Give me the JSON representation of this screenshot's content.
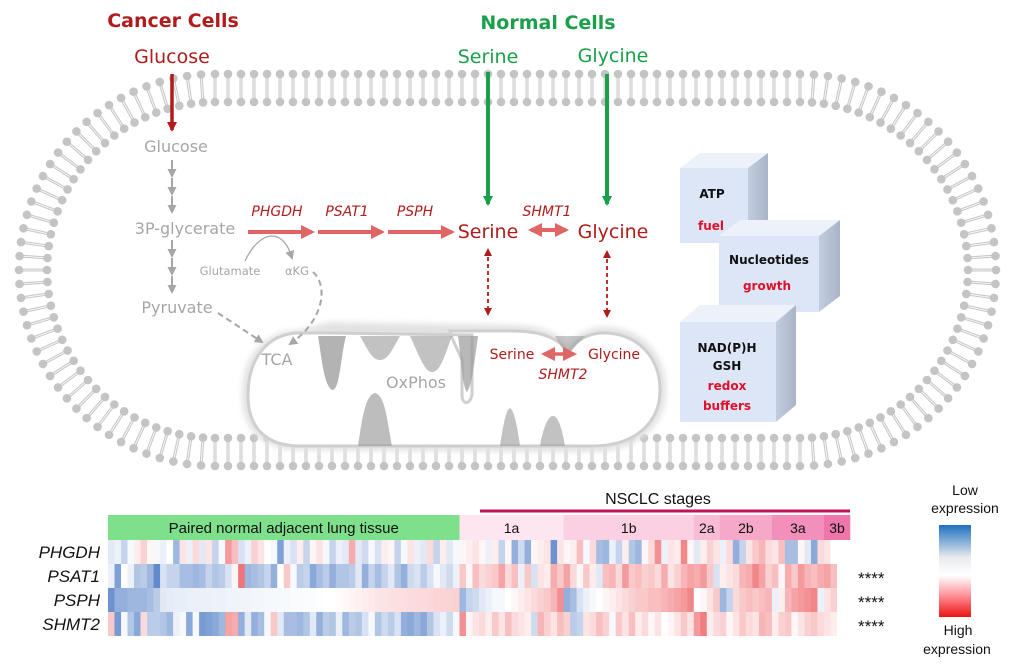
{
  "header": {
    "cancer_title": "Cancer Cells",
    "normal_title": "Normal Cells",
    "glucose_input": "Glucose",
    "serine_input": "Serine",
    "glycine_input": "Glycine"
  },
  "pathway": {
    "glucose": "Glucose",
    "glycerate": "3P-glycerate",
    "pyruvate": "Pyruvate",
    "glutamate": "Glutamate",
    "akg": "αKG",
    "tca": "TCA",
    "oxphos": "OxPhos",
    "enzymes": [
      "PHGDH",
      "PSAT1",
      "PSPH"
    ],
    "serine": "Serine",
    "glycine": "Glycine",
    "shmt1": "SHMT1",
    "mito_serine": "Serine",
    "mito_glycine": "Glycine",
    "shmt2": "SHMT2"
  },
  "products": {
    "atp": {
      "title": "ATP",
      "role": "fuel"
    },
    "nucleotides": {
      "title": "Nucleotides",
      "role": "growth"
    },
    "redox": {
      "title1": "NAD(P)H",
      "title2": "GSH",
      "role1": "redox",
      "role2": "buffers"
    }
  },
  "colors": {
    "cancer_red": "#b01c1c",
    "normal_green": "#1aa04a",
    "enzyme_red": "#e06666",
    "grey": "#a6a6a6",
    "box_face": "#dde6f7",
    "normal_band": "#7ee08a",
    "stage_line": "#c0135a"
  },
  "chart_data": {
    "type": "heatmap",
    "title": "NSCLC stages",
    "genes": [
      "PHGDH",
      "PSAT1",
      "PSPH",
      "SHMT2"
    ],
    "significance": [
      "",
      "****",
      "****",
      "****"
    ],
    "groups": [
      {
        "label": "Paired normal adjacent lung tissue",
        "columns": 54,
        "color": "#7ee08a"
      },
      {
        "label": "1a",
        "columns": 16,
        "color": "#fde6ef"
      },
      {
        "label": "1b",
        "columns": 20,
        "color": "#fbd0e2"
      },
      {
        "label": "2a",
        "columns": 4,
        "color": "#f8bcd5"
      },
      {
        "label": "2b",
        "columns": 8,
        "color": "#f6a8c9"
      },
      {
        "label": "3a",
        "columns": 8,
        "color": "#f38fbb"
      },
      {
        "label": "3b",
        "columns": 4,
        "color": "#ee76ab"
      }
    ],
    "value_scale": {
      "min": -1,
      "max": 1,
      "low_label": "Low expression",
      "high_label": "High expression"
    },
    "rows": {
      "PHGDH": [
        -0.15,
        -0.1,
        -0.3,
        -0.05,
        0.1,
        0.25,
        0.05,
        -0.05,
        -0.1,
        0,
        -0.5,
        0.15,
        -0.1,
        0.2,
        -0.15,
        0.15,
        -0.3,
        -0.05,
        0.55,
        0.35,
        -0.2,
        -0.1,
        0.25,
        0.15,
        0,
        -0.05,
        -0.65,
        -0.1,
        -0.2,
        0.1,
        -0.3,
        0.05,
        0.15,
        -0.05,
        -0.3,
        -0.1,
        -0.15,
        0.45,
        -0.15,
        -0.25,
        -0.05,
        -0.2,
        0.1,
        0.05,
        -0.3,
        -0.05,
        0.15,
        -0.1,
        -0.15,
        0.2,
        -0.3,
        0.1,
        -0.15,
        -0.05,
        0.05,
        0.1,
        0.15,
        0.05,
        -0.1,
        0.1,
        -0.3,
        0.05,
        -0.55,
        -0.25,
        -0.55,
        0.05,
        0.1,
        0.15,
        -0.75,
        0.15,
        0.05,
        0.1,
        0.35,
        -0.05,
        0.2,
        -0.45,
        -0.5,
        -0.1,
        -0.3,
        0.1,
        -0.4,
        -0.5,
        0.05,
        0.2,
        0.6,
        -0.1,
        0.15,
        0.1,
        0.65,
        0.05,
        -0.15,
        0.1,
        0.25,
        0.15,
        -0.1,
        0.2,
        -0.55,
        -0.3,
        0.15,
        0.3,
        0.4,
        0.2,
        0.15,
        0.35,
        -0.45,
        -0.45,
        0.05,
        -0.15,
        -0.6,
        0.2,
        0.15
      ],
      "PSAT1": [
        -0.1,
        -0.65,
        0,
        -0.1,
        -0.4,
        -0.35,
        -0.5,
        -0.8,
        -0.2,
        -0.3,
        -0.3,
        -0.45,
        -0.45,
        -0.5,
        -0.45,
        -0.3,
        -0.4,
        -0.35,
        -0.2,
        0.05,
        0.75,
        -0.5,
        -0.45,
        -0.4,
        -0.3,
        -0.55,
        0,
        0.3,
        -0.05,
        -0.35,
        -0.3,
        -0.6,
        -0.45,
        -0.35,
        -0.55,
        -0.4,
        -0.4,
        -0.35,
        -0.15,
        -0.55,
        -0.3,
        -0.45,
        -0.3,
        -0.15,
        -0.4,
        -0.55,
        -0.25,
        -0.2,
        -0.35,
        -0.2,
        -0.05,
        -0.15,
        -0.25,
        -0.1,
        0.3,
        0.05,
        0.35,
        0.2,
        0.25,
        0.3,
        0.5,
        0.2,
        0.35,
        -0.1,
        0.3,
        -0.2,
        0.15,
        0.1,
        0.45,
        0.3,
        0.5,
        0.2,
        0.05,
        0.3,
        0.1,
        -0.15,
        0.35,
        0.4,
        0.2,
        0.55,
        0.3,
        0.35,
        0.25,
        0.3,
        0.2,
        0.45,
        0.15,
        0.25,
        0.4,
        0.5,
        0.45,
        0.55,
        0.3,
        -0.2,
        0.1,
        0.15,
        0.2,
        0.4,
        0.45,
        0.65,
        0.5,
        0.25,
        0.35,
        0.05,
        0.45,
        0.3,
        0.55,
        0.4,
        0.35,
        0.45,
        0.5,
        0.35
      ],
      "PSPH": [
        -0.75,
        -0.55,
        -0.55,
        -0.5,
        -0.5,
        -0.5,
        -0.45,
        -0.35,
        -0.15,
        -0.13,
        -0.12,
        -0.12,
        -0.11,
        -0.1,
        -0.1,
        -0.1,
        -0.09,
        -0.09,
        -0.08,
        -0.08,
        -0.07,
        -0.07,
        -0.06,
        -0.06,
        -0.05,
        -0.05,
        -0.04,
        -0.04,
        -0.03,
        -0.03,
        -0.02,
        -0.02,
        -0.01,
        0,
        0,
        0.02,
        0.04,
        0.06,
        0.08,
        0.1,
        0.12,
        0.14,
        0.15,
        0.16,
        0.17,
        0.18,
        0.19,
        0.2,
        0.2,
        0.21,
        0.22,
        0.23,
        0.24,
        0.25,
        -0.5,
        -0.3,
        -0.25,
        -0.15,
        -0.1,
        -0.05,
        -0.05,
        0,
        0.05,
        0.1,
        0.15,
        0.2,
        0.25,
        0.3,
        0.4,
        0.6,
        -0.55,
        -0.45,
        -0.2,
        -0.1,
        -0.05,
        0,
        0.05,
        0.1,
        0.15,
        0.2,
        0.25,
        0.3,
        0.3,
        0.35,
        0.35,
        0.4,
        0.45,
        0.5,
        0.55,
        0.65,
        0,
        0.05,
        0.15,
        0.3,
        -0.5,
        -0.3,
        0.2,
        0.3,
        0.35,
        0.3,
        0.35,
        0.4,
        -0.1,
        0.1,
        0.4,
        0.5,
        0.55,
        0.6,
        0.65,
        -0.1,
        0.15,
        0.25
      ],
      "SHMT2": [
        0.3,
        -0.7,
        -0.05,
        -0.4,
        -0.6,
        0.2,
        -0.35,
        -0.35,
        -0.4,
        -0.5,
        -0.1,
        -0.05,
        -0.6,
        -0.05,
        -0.7,
        -0.65,
        -0.6,
        -0.5,
        0.5,
        0.45,
        -0.55,
        -0.15,
        -0.55,
        -0.45,
        -0.05,
        0.3,
        -0.15,
        -0.45,
        -0.45,
        -0.5,
        -0.4,
        -0.15,
        -0.55,
        -0.35,
        -0.4,
        -0.1,
        -0.5,
        -0.35,
        -0.4,
        -0.2,
        -0.05,
        -0.4,
        -0.25,
        -0.35,
        -0.2,
        -0.55,
        -0.6,
        -0.5,
        -0.6,
        -0.4,
        -0.2,
        -0.1,
        -0.25,
        -0.05,
        0.6,
        0.05,
        0.15,
        0.2,
        0.1,
        0.3,
        0.15,
        0.35,
        0.2,
        0.15,
        0.1,
        -0.25,
        0.4,
        0.25,
        0.15,
        0.35,
        0.25,
        -0.35,
        -0.3,
        0.15,
        0.2,
        0.35,
        0.25,
        -0.05,
        0.3,
        0.15,
        0.35,
        0.1,
        0.2,
        0.05,
        0.15,
        0,
        0.05,
        0.15,
        0.3,
        0.15,
        0.55,
        0.7,
        0.1,
        0.2,
        0.25,
        0.05,
        0.15,
        0.3,
        0.2,
        0.15,
        0.4,
        0.35,
        0.1,
        0.25,
        0.3,
        0.05,
        0.15,
        0.25,
        0.3,
        0.2,
        0.15,
        0.1
      ]
    }
  }
}
